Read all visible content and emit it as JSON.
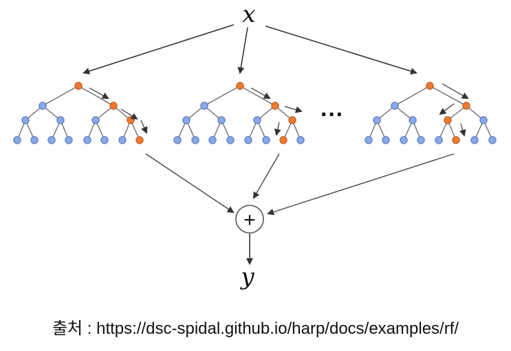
{
  "diagram": {
    "input_label": "x",
    "output_label": "y",
    "ellipsis": "···",
    "combine_symbol": "+",
    "tree_count_shown": 3,
    "colors": {
      "node": "#8aa8e8",
      "node_stroke": "#4a6fb5",
      "active_node": "#ec7a32",
      "active_stroke": "#b9561b",
      "edge": "#666666",
      "arrow": "#333333"
    }
  },
  "caption": {
    "prefix": "출처 : ",
    "url": "https://dsc-spidal.github.io/harp/docs/examples/rf/"
  }
}
